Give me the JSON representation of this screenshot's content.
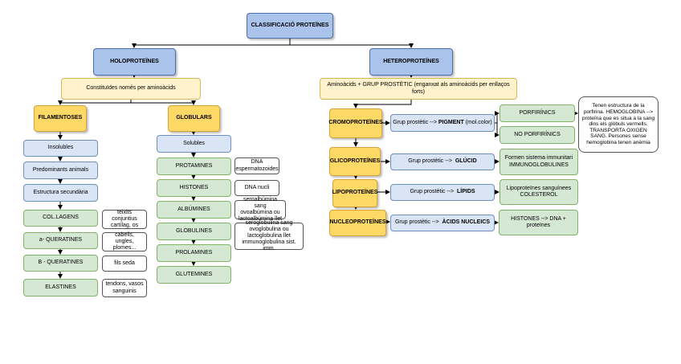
{
  "root": "CLASSIFICACIÓ PROTEÏNES",
  "holo": {
    "title": "HOLOPROTEÏNES",
    "desc": "Constituïdes només per aminoàcids",
    "filamentoses": {
      "title": "FILAMENTOSES",
      "props": [
        "Insolubles",
        "Predominants animals",
        "Estructura secundària"
      ],
      "items": [
        {
          "name": "COL.LAGENS",
          "note": "teixits conjuntius cartílag, os"
        },
        {
          "name": "a- QUERATINES",
          "note": "cabells, ungles, plomes..."
        },
        {
          "name": "B - QUERATINES",
          "note": "fils seda"
        },
        {
          "name": "ELASTINES",
          "note": "tendons, vasos sanguinis"
        }
      ]
    },
    "globulars": {
      "title": "GLOBULARS",
      "props": [
        "Solubles"
      ],
      "items": [
        {
          "name": "PROTAMINES",
          "note": "DNA espermatozoides"
        },
        {
          "name": "HISTONES",
          "note": "DNA nucli"
        },
        {
          "name": "ALBÚMINES",
          "note": "seroalbúmina sang ovoalbúmina ou lactoalbúmina llet"
        },
        {
          "name": "GLOBULINES",
          "note": "seroglobulina sang ovoglobulina ou lactoglobulina llet immunoglobulina sist. imm."
        },
        {
          "name": "PROLAMINES",
          "note": ""
        },
        {
          "name": "GLUTEMINES",
          "note": ""
        }
      ]
    }
  },
  "hetero": {
    "title": "HETEROPROTEÏNES",
    "desc": "Aminoàcids + GRUP PROSTÈTIC (enganxat als aminoàcids per enllaços forts)",
    "groups": [
      {
        "name": "CROMOPROTEÏNES",
        "prost_prefix": "Grup prostètic --> ",
        "prost_key": "PIGMENT",
        "prost_suffix": " (mol.color)",
        "subs": [
          "PORFIRÍNICS",
          "NO PORFIRÍNICS"
        ],
        "note": "Tenen estructura de la porfirina. HEMOGLOBINA --> proteïna que es situa a la sang dins els glòbuls vermells. TRANSPORTA OXIGEN SANG. Persones sense hemoglobina tenen anèmia"
      },
      {
        "name": "GLICOPROTEÏNES",
        "prost_prefix": "Grup prostètic -->  ",
        "prost_key": "GLÚCID",
        "prost_suffix": "",
        "example": "Formen sistema immunitari IMMUNOGLOBULINES"
      },
      {
        "name": "LIPOPROTEÏNES",
        "prost_prefix": "Grup prostètic -->  ",
        "prost_key": "LÍPIDS",
        "prost_suffix": "",
        "example": "Lipoproteïnes sanguínees COLESTEROL"
      },
      {
        "name": "NUCLEOPROTEÏNES",
        "prost_prefix": "Grup prostètic -->  ",
        "prost_key": "ÀCIDS NUCLEICS",
        "prost_suffix": "",
        "example": "HISTONES --> DNA + proteïnes"
      }
    ]
  },
  "colors": {
    "line": "#000000"
  }
}
